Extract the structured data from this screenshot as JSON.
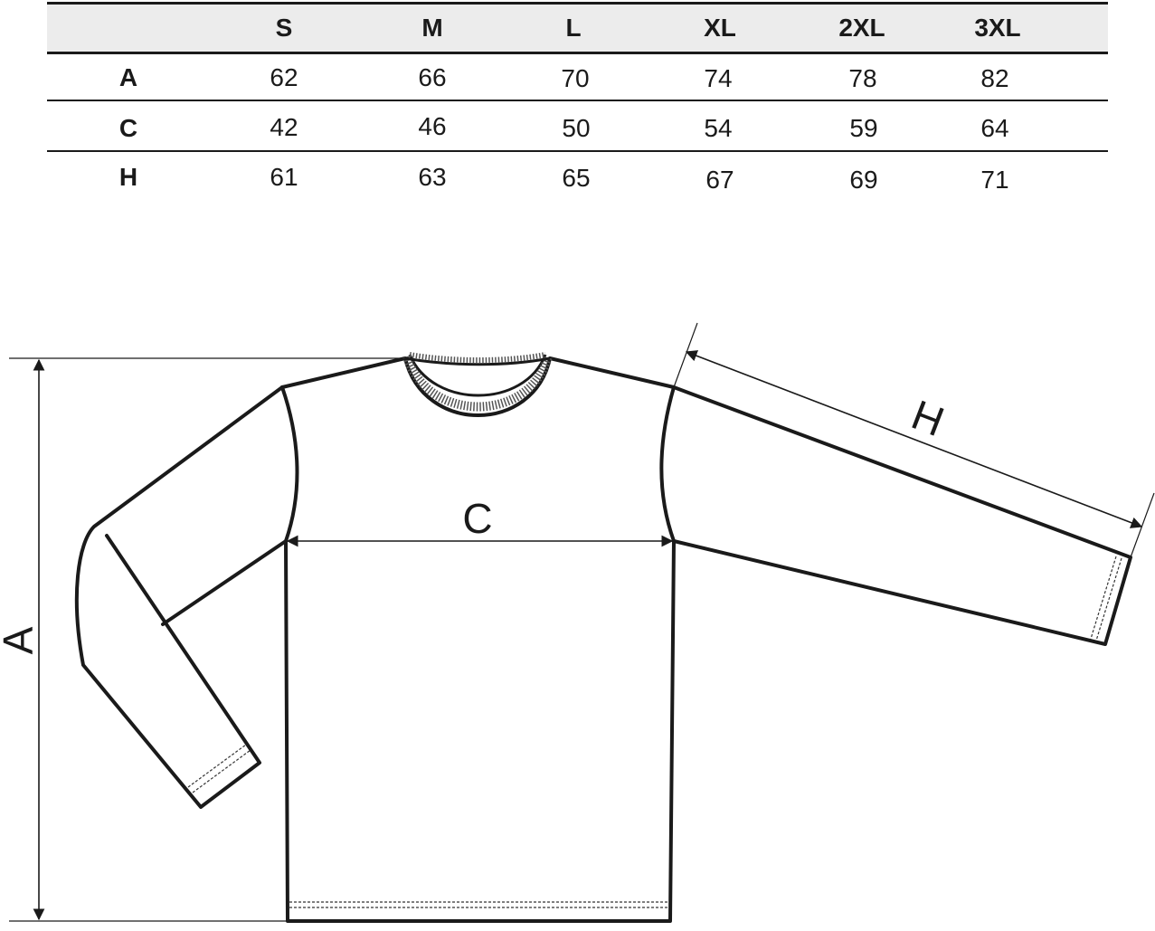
{
  "size_table": {
    "columns": [
      "S",
      "M",
      "L",
      "XL",
      "2XL",
      "3XL"
    ],
    "rows": [
      {
        "label": "A",
        "values": [
          "62",
          "66",
          "70",
          "74",
          "78",
          "82"
        ]
      },
      {
        "label": "C",
        "values": [
          "42",
          "46",
          "50",
          "54",
          "59",
          "64"
        ]
      },
      {
        "label": "H",
        "values": [
          "61",
          "63",
          "65",
          "67",
          "69",
          "71"
        ]
      }
    ]
  },
  "diagram": {
    "labels": {
      "length": "A",
      "chest": "C",
      "sleeve": "H"
    }
  },
  "colors": {
    "ink": "#1a1a1a",
    "header_band": "#ececec"
  }
}
